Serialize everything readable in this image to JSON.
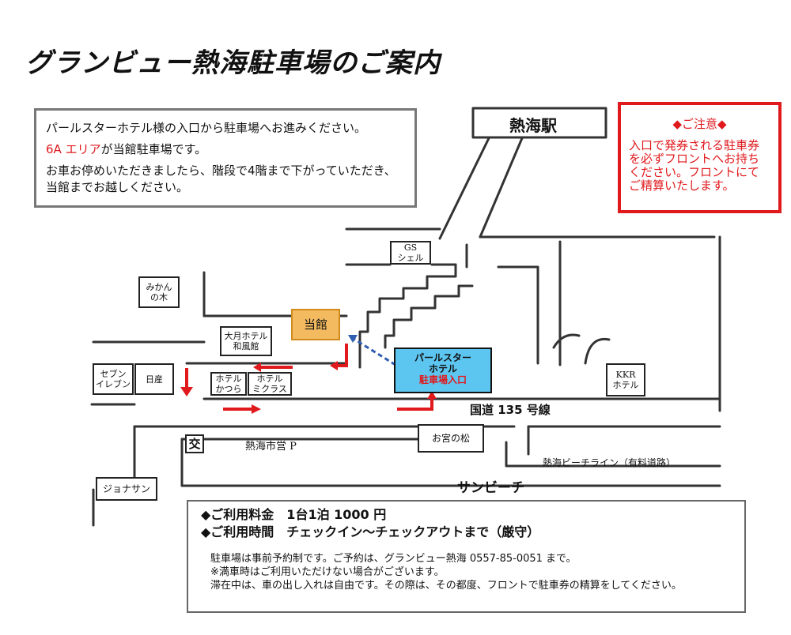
{
  "title": "グランビュー熱海駐車場のご案内",
  "info": {
    "line1": "パールスターホテル様の入口から駐車場へお進みください。",
    "line2_red": "6A エリア",
    "line2_rest": "が当館駐車場です。",
    "line3": "お車お停めいただきましたら、階段で4階まで下がっていただき、当館までお越しください。"
  },
  "caution": {
    "heading": "◆ご注意◆",
    "body": "入口で発券される駐車券を必ずフロントへお持ちください。フロントにてご精算いたします。"
  },
  "map": {
    "station": "熱海駅",
    "gs": "GS\nシェル",
    "mikan": "みかん\nの木",
    "ohtsuki": "大月ホテル\n和風館",
    "touka": "当館",
    "pearl_name": "パールスター\nホテル",
    "pearl_entrance": "駐車場入口",
    "seven": "セブン\nイレブン",
    "nissan": "日産",
    "katsura": "ホテル\nかつら",
    "micrasse": "ホテル\nミクラス",
    "kkr": "KKR\nホテル",
    "route": "国道 135 号線",
    "koban": "交",
    "municipal_p": "熱海市営 P",
    "omiya": "お宮の松",
    "beach_line": "熱海ビーチライン（有料道路）",
    "sunbeach": "サンビーチ",
    "jonathan": "ジョナサン"
  },
  "bottom": {
    "fee": "◆ご利用料金　1台1泊 1000 円",
    "hours": "◆ご利用時間　チェックイン～チェックアウトまで（厳守）",
    "note1": "駐車場は事前予約制です。ご予約は、グランビュー熱海 0557-85-0051 まで。",
    "note2": "※満車時はご利用いただけない場合がございます。",
    "note3": "滞在中は、車の出し入れは自由です。その際は、その都度、フロントで駐車券の精算をしてください。"
  },
  "colors": {
    "red": "#e0191d",
    "orange_fill": "#f4ba5f",
    "blue_fill": "#5dc6f0",
    "blue_dash": "#2f5db0"
  }
}
